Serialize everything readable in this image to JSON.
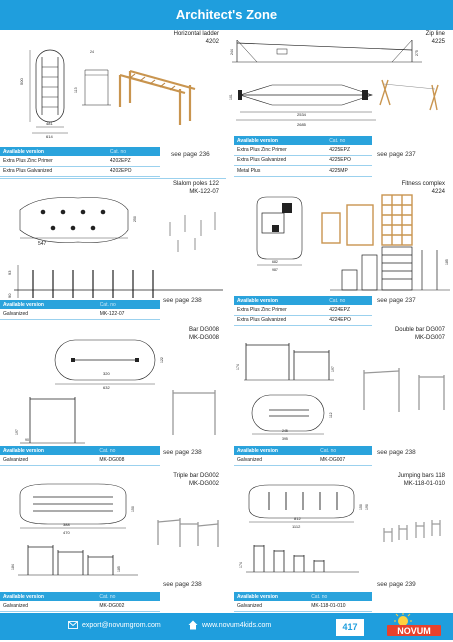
{
  "header": {
    "title": "Architect's Zone"
  },
  "products": [
    {
      "title": "Horizontal ladder",
      "code": "4202",
      "see_page": "see page 236",
      "table": {
        "col1": "Available version",
        "col2": "Cat. no",
        "rows": [
          [
            "Extra Plus Zinc Primer",
            "4202EPZ"
          ],
          [
            "Extra Plus Galvanized",
            "4202EPO"
          ]
        ]
      }
    },
    {
      "title": "Zip line",
      "code": "4225",
      "see_page": "see page 237",
      "table": {
        "col1": "Available version",
        "col2": "Cat. no",
        "rows": [
          [
            "Extra Plus Zinc Primer",
            "4225EPZ"
          ],
          [
            "Extra Plus Galvanized",
            "4225EPO"
          ],
          [
            "Metal Plus",
            "4225MP"
          ]
        ]
      }
    },
    {
      "title": "Slalom poles 122",
      "code": "MK-122-07",
      "see_page": "see page 238",
      "table": {
        "col1": "Available version",
        "col2": "Cat. no",
        "rows": [
          [
            "Galvanized",
            "MK-122-07"
          ]
        ]
      }
    },
    {
      "title": "Fitness complex",
      "code": "4224",
      "see_page": "see page 237",
      "table": {
        "col1": "Available version",
        "col2": "Cat. no",
        "rows": [
          [
            "Extra Plus Zinc Primer",
            "4224EPZ"
          ],
          [
            "Extra Plus Galvanized",
            "4224EPO"
          ]
        ]
      }
    },
    {
      "title": "Bar DG008",
      "code": "MK-DG008",
      "see_page": "see page 238",
      "table": {
        "col1": "Available version",
        "col2": "Cat. no",
        "rows": [
          [
            "Galvanized",
            "MK-DG008"
          ]
        ]
      }
    },
    {
      "title": "Double bar DG007",
      "code": "MK-DG007",
      "see_page": "see page 238",
      "table": {
        "col1": "Available version",
        "col2": "Cat. no",
        "rows": [
          [
            "Galvanized",
            "MK-DG007"
          ]
        ]
      }
    },
    {
      "title": "Triple bar DG002",
      "code": "MK-DG002",
      "see_page": "see page 238",
      "table": {
        "col1": "Available version",
        "col2": "Cat. no",
        "rows": [
          [
            "Galvanized",
            "MK-DG002"
          ]
        ]
      }
    },
    {
      "title": "Jumping bars 118",
      "code": "MK-118-01-010",
      "see_page": "see page 239",
      "table": {
        "col1": "Available version",
        "col2": "Cat. no",
        "rows": [
          [
            "Galvanized",
            "MK-118-01-010"
          ]
        ]
      }
    }
  ],
  "dimensions": {
    "ladder": [
      "500",
      "320",
      "481",
      "614",
      "81",
      "24",
      "113"
    ],
    "zipline": [
      "2534",
      "2685",
      "244",
      "225",
      "275",
      "35",
      "101"
    ],
    "slalom": [
      "547",
      "250",
      "150",
      "90",
      "93"
    ],
    "fitness": [
      "682",
      "987",
      "185",
      "138",
      "195"
    ],
    "dg008": [
      "320",
      "632",
      "122",
      "174",
      "197",
      "90"
    ],
    "dg007": [
      "245",
      "395",
      "112",
      "174",
      "197",
      "60"
    ],
    "dg002": [
      "388",
      "470",
      "150",
      "184",
      "185"
    ],
    "jump": [
      "812",
      "1112",
      "150",
      "190",
      "174"
    ]
  },
  "footer": {
    "email": "export@novumgrom.com",
    "website": "www.novum4kids.com",
    "page": "417",
    "brand": "NOVUM"
  },
  "colors": {
    "accent": "#1f9edd",
    "table_header": "#2aa3dc",
    "wood": "#c9954f"
  }
}
